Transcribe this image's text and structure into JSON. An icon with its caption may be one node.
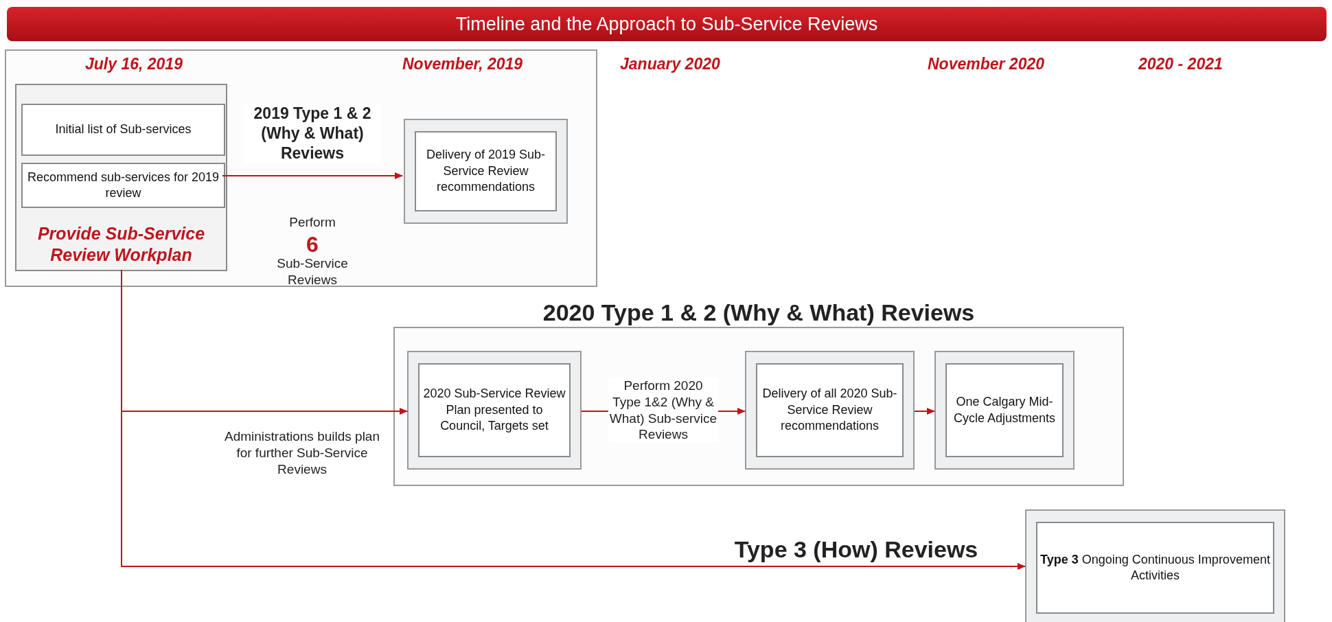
{
  "diagram": {
    "title": "Timeline and the Approach to Sub-Service Reviews",
    "nodes": [
      {
        "text": [],
        "shape": "box"
      },
      {
        "text": [
          "Provide Sub-Service Review Workplan"
        ],
        "in": 0
      },
      {
        "text": [
          "Initial list of Sub-services"
        ],
        "in": 1
      },
      {
        "text": [
          "Recommend sub-services for 2019 review"
        ],
        "in": 1
      },
      {
        "text": [
          "Delivery of 2019 Sub-Service Review recommendations"
        ],
        "in": 0
      },
      {
        "text": [
          "2020 Type 1 & 2 (Why & What) Reviews"
        ]
      },
      {
        "text": [
          "2020 Sub-Service Review Plan presented to Council, Targets set"
        ],
        "in": 5
      },
      {
        "text": [
          "Delivery of all 2020 Sub-Service Review recommendations"
        ],
        "in": 5
      },
      {
        "text": [
          "One Calgary Mid-Cycle Adjustments"
        ],
        "in": 5
      },
      {
        "text": [
          "**Type 3** Ongoing Continuous Improvement Activities"
        ]
      }
    ],
    "edges": [
      {
        "from": 3,
        "to": 4,
        "arrow": "to",
        "label": "2019 Type 1 & 2 (Why & What) Reviews"
      },
      {
        "from": 1,
        "to": 6,
        "arrow": "to",
        "label": "Administrations builds plan for further Sub-Service Reviews"
      },
      {
        "from": 1,
        "to": 9,
        "arrow": "to",
        "label": "Type 3 (How) Reviews"
      },
      {
        "from": 6,
        "to": 7,
        "arrow": "to",
        "label": "Perform 2020 Type 1&2 (Why & What) Sub-service Reviews"
      },
      {
        "from": 7,
        "to": 8,
        "arrow": "to"
      }
    ],
    "labels": [
      "July 16, 2019",
      "November, 2019",
      "January 2020",
      "November 2020",
      "2020 - 2021",
      "Perform",
      "6",
      "Sub-Service Reviews"
    ]
  }
}
